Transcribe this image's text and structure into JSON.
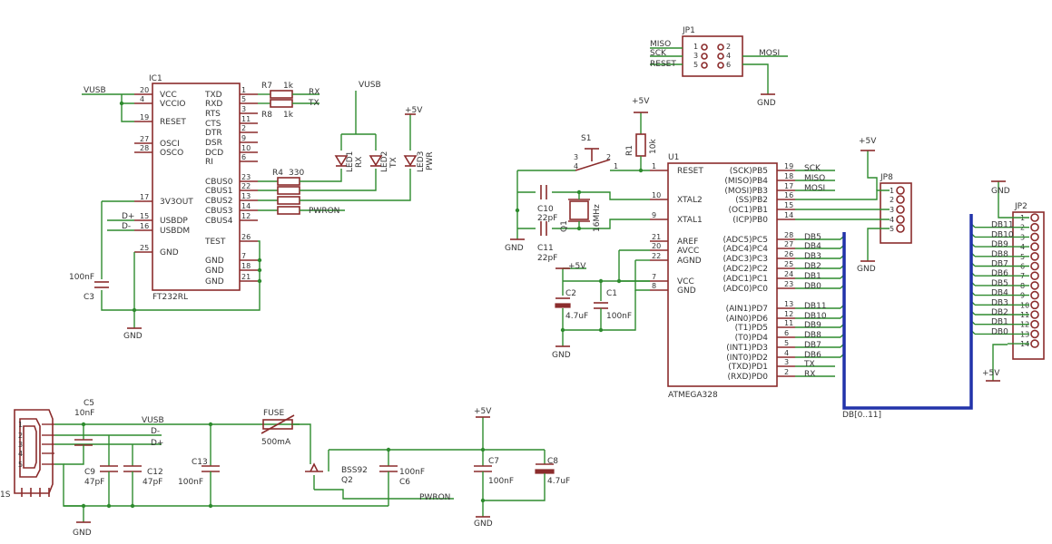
{
  "ic1": {
    "name": "IC1",
    "value": "FT232RL",
    "left_pins": [
      {
        "num": "20",
        "name": "VCC"
      },
      {
        "num": "4",
        "name": "VCCIO"
      },
      {
        "num": "19",
        "name": "RESET"
      },
      {
        "num": "27",
        "name": "OSCI"
      },
      {
        "num": "28",
        "name": "OSCO"
      },
      {
        "num": "17",
        "name": "3V3OUT"
      },
      {
        "num": "15",
        "name": "USBDP"
      },
      {
        "num": "16",
        "name": "USBDM"
      },
      {
        "num": "25",
        "name": "GND"
      }
    ],
    "right_pins": [
      {
        "num": "1",
        "name": "TXD"
      },
      {
        "num": "5",
        "name": "RXD"
      },
      {
        "num": "3",
        "name": "RTS"
      },
      {
        "num": "11",
        "name": "CTS"
      },
      {
        "num": "2",
        "name": "DTR"
      },
      {
        "num": "9",
        "name": "DSR"
      },
      {
        "num": "10",
        "name": "DCD"
      },
      {
        "num": "6",
        "name": "RI"
      },
      {
        "num": "23",
        "name": "CBUS0"
      },
      {
        "num": "22",
        "name": "CBUS1"
      },
      {
        "num": "13",
        "name": "CBUS2"
      },
      {
        "num": "14",
        "name": "CBUS3"
      },
      {
        "num": "12",
        "name": "CBUS4"
      },
      {
        "num": "26",
        "name": "TEST"
      },
      {
        "num": "7",
        "name": "GND"
      },
      {
        "num": "18",
        "name": "GND"
      },
      {
        "num": "21",
        "name": "GND"
      }
    ]
  },
  "u1": {
    "name": "U1",
    "value": "ATMEGA328",
    "left_pins": [
      {
        "num": "1",
        "name": "RESET"
      },
      {
        "num": "10",
        "name": "XTAL2"
      },
      {
        "num": "9",
        "name": "XTAL1"
      },
      {
        "num": "21",
        "name": "AREF"
      },
      {
        "num": "20",
        "name": "AVCC"
      },
      {
        "num": "22",
        "name": "AGND"
      },
      {
        "num": "7",
        "name": "VCC"
      },
      {
        "num": "8",
        "name": "GND"
      }
    ],
    "right_pins": [
      {
        "num": "19",
        "name": "(SCK)PB5"
      },
      {
        "num": "18",
        "name": "(MISO)PB4"
      },
      {
        "num": "17",
        "name": "(MOSI)PB3"
      },
      {
        "num": "16",
        "name": "(SS)PB2"
      },
      {
        "num": "15",
        "name": "(OC1)PB1"
      },
      {
        "num": "14",
        "name": "(ICP)PB0"
      },
      {
        "num": "28",
        "name": "(ADC5)PC5"
      },
      {
        "num": "27",
        "name": "(ADC4)PC4"
      },
      {
        "num": "26",
        "name": "(ADC3)PC3"
      },
      {
        "num": "25",
        "name": "(ADC2)PC2"
      },
      {
        "num": "24",
        "name": "(ADC1)PC1"
      },
      {
        "num": "23",
        "name": "(ADC0)PC0"
      },
      {
        "num": "13",
        "name": "(AIN1)PD7"
      },
      {
        "num": "12",
        "name": "(AIN0)PD6"
      },
      {
        "num": "11",
        "name": "(T1)PD5"
      },
      {
        "num": "6",
        "name": "(T0)PD4"
      },
      {
        "num": "5",
        "name": "(INT1)PD3"
      },
      {
        "num": "4",
        "name": "(INT0)PD2"
      },
      {
        "num": "3",
        "name": "(TXD)PD1"
      },
      {
        "num": "2",
        "name": "(RXD)PD0"
      }
    ],
    "right_nets": [
      "SCK",
      "MISO",
      "MOSI",
      "",
      "",
      "",
      "DB5",
      "DB4",
      "DB3",
      "DB2",
      "DB1",
      "DB0",
      "DB11",
      "DB10",
      "DB9",
      "DB8",
      "DB7",
      "DB6",
      "TX",
      "RX"
    ]
  },
  "jp1": {
    "name": "JP1",
    "left_pins": [
      "1",
      "3",
      "5"
    ],
    "right_pins": [
      "2",
      "4",
      "6"
    ],
    "left_nets": [
      "MISO",
      "SCK",
      "RESET"
    ],
    "right_net": "MOSI"
  },
  "jp2": {
    "name": "JP2",
    "pins": [
      "1",
      "2",
      "3",
      "4",
      "5",
      "6",
      "7",
      "8",
      "9",
      "10",
      "11",
      "12",
      "13",
      "14"
    ],
    "nets": [
      "DB11",
      "DB10",
      "DB9",
      "DB8",
      "DB7",
      "DB6",
      "DB5",
      "DB4",
      "DB3",
      "DB2",
      "DB1",
      "DB0"
    ]
  },
  "jp8": {
    "name": "JP8",
    "pins": [
      "1",
      "2",
      "3",
      "4",
      "5"
    ]
  },
  "labels": {
    "vusb": "VUSB",
    "p5v": "+5V",
    "gnd": "GND",
    "pwron": "PWRON",
    "rx": "RX",
    "tx": "TX",
    "dplus": "D+",
    "dminus": "D-",
    "bus": "DB[0..11]",
    "s1": "S1",
    "one_s": "1S"
  },
  "parts": {
    "r7": "R7",
    "r7v": "1k",
    "r8": "R8",
    "r8v": "1k",
    "r4": "R4",
    "r4v": "330",
    "r1": "R1",
    "r1v": "10k",
    "led1": "LED1",
    "led2": "LED2",
    "led3": "LED3",
    "led1n": "RX",
    "led2n": "TX",
    "led3n": "PWR",
    "c3": "C3",
    "c3v": "100nF",
    "c10": "C10",
    "c10v": "22pF",
    "c11": "C11",
    "c11v": "22pF",
    "q1": "Q1",
    "q1v": "16MHz",
    "c2": "C2",
    "c2v": "4.7uF",
    "c1": "C1",
    "c1v": "100nF",
    "c5": "C5",
    "c5v": "10nF",
    "c9": "C9",
    "c9v": "47pF",
    "c12": "C12",
    "c12v": "47pF",
    "c13": "C13",
    "c13v": "100nF",
    "fuse": "FUSE",
    "fusev": "500mA",
    "q2": "Q2",
    "q2v": "BSS92",
    "c6": "C6",
    "c6v": "100nF",
    "c7": "C7",
    "c7v": "100nF",
    "c8": "C8",
    "c8v": "4.7uF"
  },
  "usb_pins": [
    "1",
    "2",
    "3",
    "4",
    "5"
  ]
}
